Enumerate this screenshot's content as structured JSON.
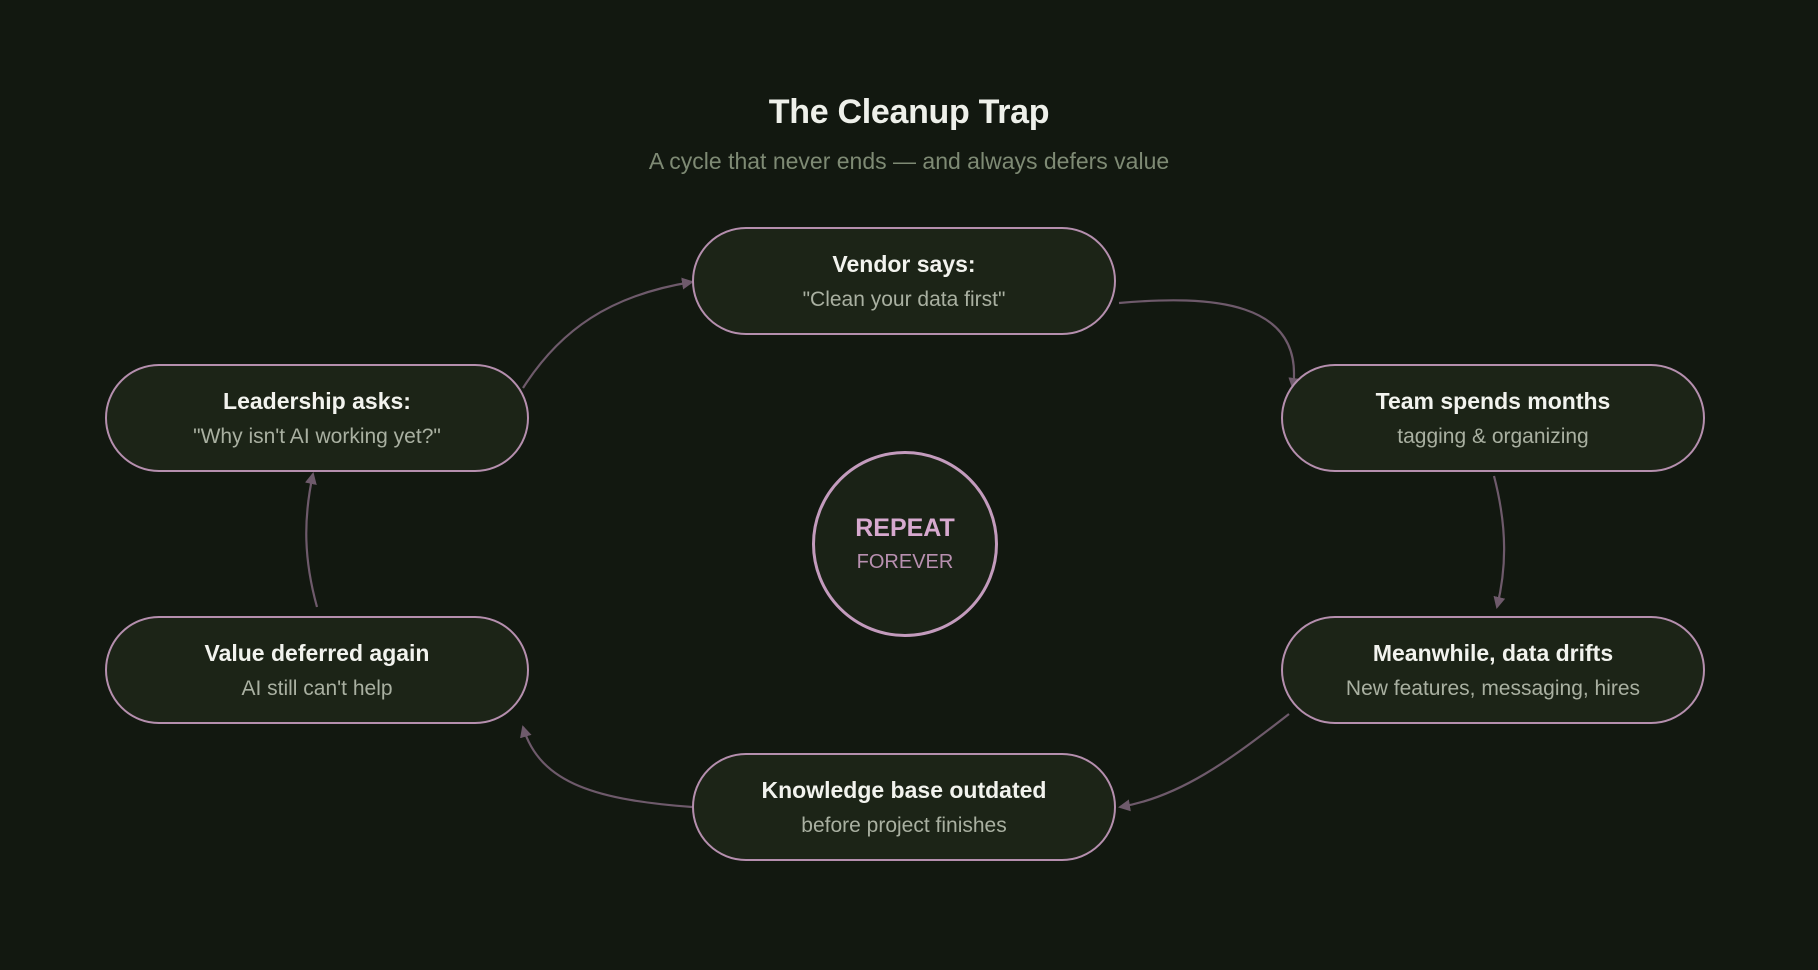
{
  "title": "The Cleanup Trap",
  "subtitle": "A cycle that never ends — and always defers value",
  "center": {
    "line1": "REPEAT",
    "line2": "FOREVER"
  },
  "nodes": [
    {
      "id": "vendor",
      "head": "Vendor says:",
      "sub": "\"Clean your data first\""
    },
    {
      "id": "team",
      "head": "Team spends months",
      "sub": "tagging & organizing"
    },
    {
      "id": "drift",
      "head": "Meanwhile, data drifts",
      "sub": "New features, messaging, hires"
    },
    {
      "id": "kb",
      "head": "Knowledge base outdated",
      "sub": "before project finishes"
    },
    {
      "id": "deferred",
      "head": "Value deferred again",
      "sub": "AI still can't help"
    },
    {
      "id": "leadership",
      "head": "Leadership asks:",
      "sub": "\"Why isn't AI working yet?\""
    }
  ],
  "colors": {
    "background": "#121810",
    "node_fill": "#1c2417",
    "node_border": "#b58fae",
    "arrow": "#6e5a6b",
    "center_accent": "#d7a9cf"
  }
}
